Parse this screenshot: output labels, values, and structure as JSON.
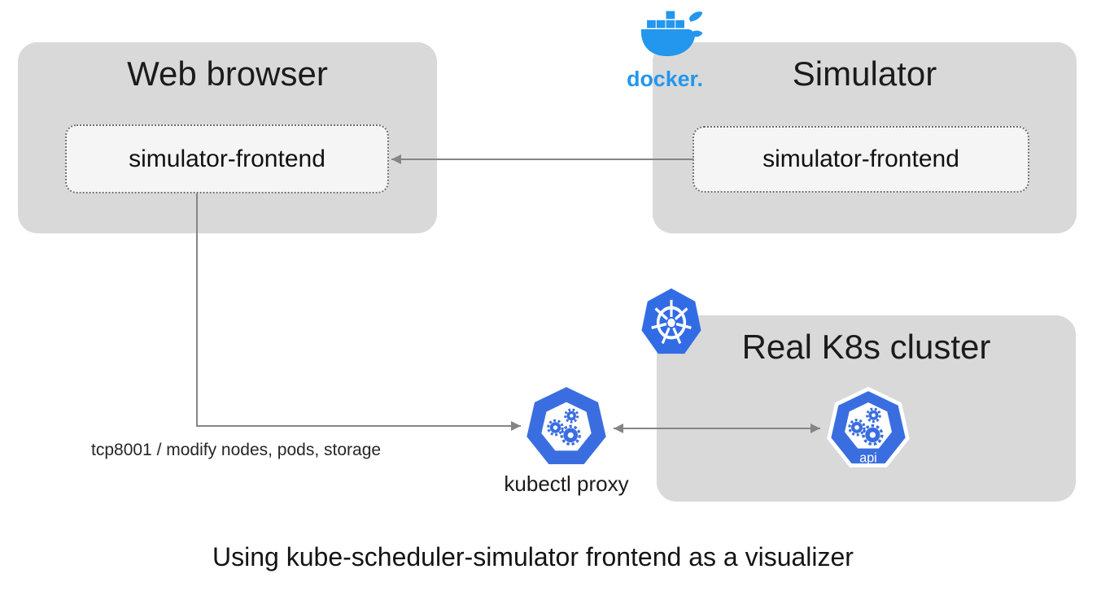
{
  "web_browser": {
    "title": "Web browser",
    "node_label": "simulator-frontend"
  },
  "simulator": {
    "title": "Simulator",
    "node_label": "simulator-frontend"
  },
  "docker": {
    "wordmark": "docker."
  },
  "real_k8s": {
    "title": "Real K8s cluster",
    "api_label": "api"
  },
  "kubectl_proxy": {
    "label": "kubectl proxy"
  },
  "edges": [
    {
      "from": "simulator/simulator-frontend",
      "to": "web-browser/simulator-frontend",
      "type": "arrow",
      "label": ""
    },
    {
      "from": "web-browser/simulator-frontend",
      "to": "kubectl-proxy",
      "type": "elbow-arrow",
      "label": "tcp8001 / modify nodes, pods, storage"
    },
    {
      "from": "kubectl-proxy",
      "to": "real-k8s/api",
      "type": "double-arrow",
      "label": ""
    }
  ],
  "caption": "Using kube-scheduler-simulator frontend as a visualizer",
  "icons": {
    "docker": "docker-whale-logo",
    "kubernetes": "kubernetes-helm-logo",
    "kubectl_proxy": "k8s-heptagon-gears-icon",
    "api": "k8s-heptagon-api-icon"
  },
  "colors": {
    "docker_blue": "#2396ED",
    "k8s_blue": "#326CE5",
    "component_blue": "#3A6EE0",
    "group_box_gray": "#D9D9D9",
    "node_fill": "#F5F5F5",
    "node_border": "#6F6F6F",
    "arrow_gray": "#858585"
  }
}
